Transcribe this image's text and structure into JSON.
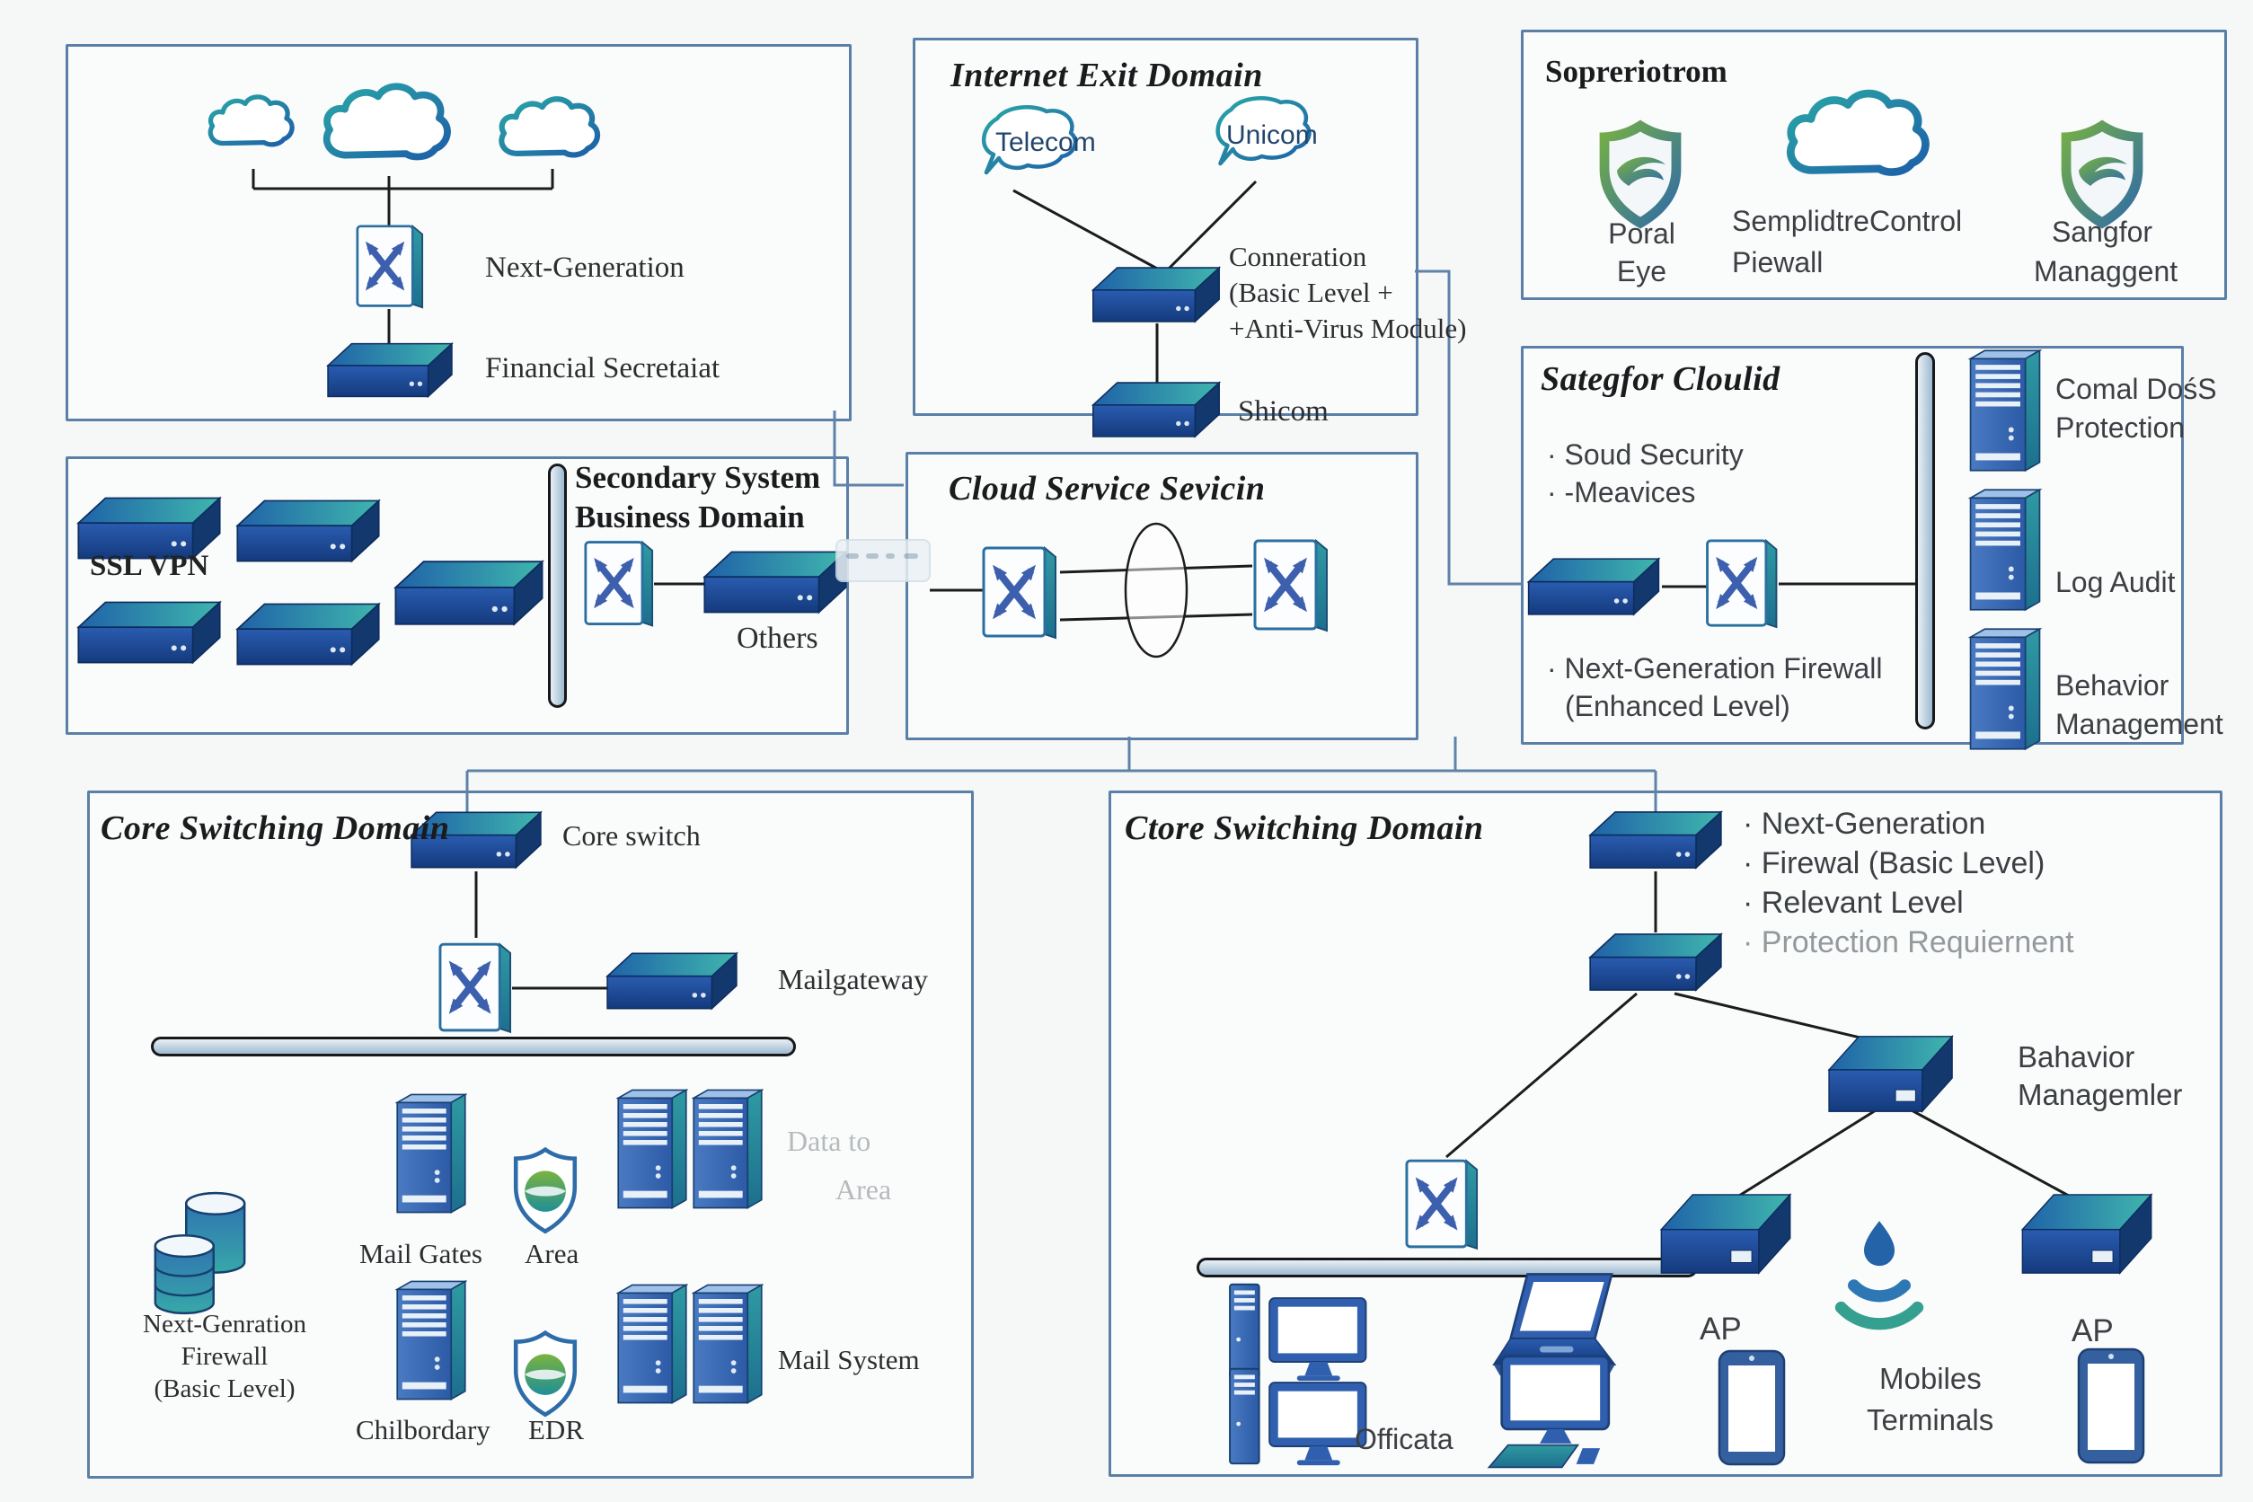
{
  "colors": {
    "box_border": "#5b80a8",
    "device_blue": "#1f4e9a",
    "device_teal": "#35b0a8",
    "shield_green": "#79b33f",
    "shield_blue": "#2b67ae",
    "faint_gray": "#b6babc"
  },
  "financial_domain": {
    "switch_label": "Next-Generation",
    "device_label": "Financial Secretaiat"
  },
  "internet_exit": {
    "title": "Internet Exit Domain",
    "telecom": "Telecom",
    "unicom": "Unicom",
    "firewall_line1": "Conneration",
    "firewall_line2": "(Basic Level +",
    "firewall_line3": "+Anti-Virus Module)",
    "lower_device": "Shicom"
  },
  "supervision": {
    "title": "Sopreriotrom",
    "item1_line1": "Poral",
    "item1_line2": "Eye",
    "item2_line1": "SemplidtreControl",
    "item2_line2": "Piewall",
    "item3_line1": "Sangfor",
    "item3_line2": "Managgent"
  },
  "secondary_business": {
    "title_line1": "Secondary System",
    "title_line2": "Business Domain",
    "ssl_vpn": "SSL VPN",
    "others": "Others"
  },
  "cloud_service": {
    "title": "Cloud Service Sevicin"
  },
  "sangfor_cloud": {
    "title": "Sategfor Cloulid",
    "bullet1": "· Soud Security",
    "bullet2": "· -Meavices",
    "bullet3_line1": "· Next-Generation Firewall",
    "bullet3_line2": "(Enhanced Level)",
    "server1_line1": "Comal DośS",
    "server1_line2": "Protection",
    "server2": "Log Audit",
    "server3_line1": "Behavior",
    "server3_line2": "Management"
  },
  "core_left": {
    "title": "Core Switching Domain",
    "core_switch": "Core switch",
    "mail_gateway": "Mailgateway",
    "firewall_line1": "Next-Genration",
    "firewall_line2": "Firewall",
    "firewall_line3": "(Basic Level)",
    "mail_gates": "Mail Gates",
    "area": "Area",
    "data_line1": "Data to",
    "data_line2": "Area",
    "chilbordary": "Chilbordary",
    "edr": "EDR",
    "mail_system": "Mail System"
  },
  "core_right": {
    "title": "Ctore Switching Domain",
    "bullets": [
      "· Next-Generation",
      "· Firewal (Basic Level)",
      "· Relevant Level",
      "· Protection Requiernent"
    ],
    "behavior_line1": "Bahavior",
    "behavior_line2": "Managemler",
    "ap1": "AP",
    "ap2": "AP",
    "mobiles_line1": "Mobiles",
    "mobiles_line2": "Terminals",
    "office": "Officata"
  }
}
